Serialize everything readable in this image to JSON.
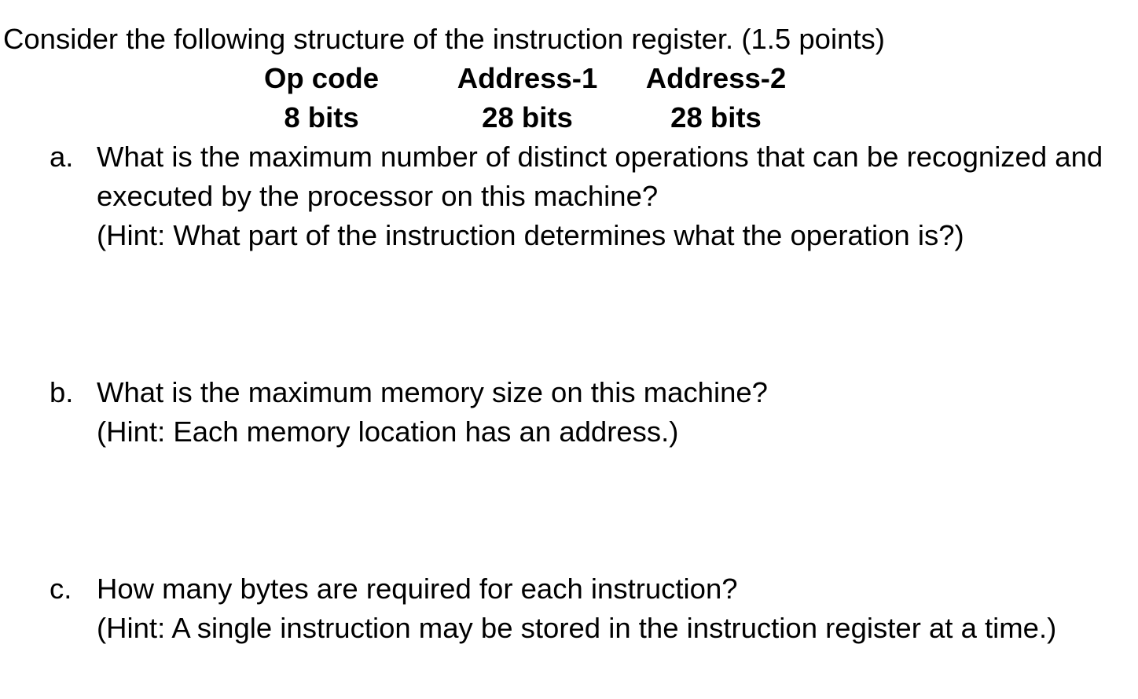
{
  "page": {
    "title": "Consider the following structure of the instruction register. (1.5 points)"
  },
  "register": {
    "columns": [
      {
        "header": "Op code",
        "bits": "8 bits"
      },
      {
        "header": "Address-1",
        "bits": "28 bits"
      },
      {
        "header": "Address-2",
        "bits": "28 bits"
      }
    ]
  },
  "questions": [
    {
      "marker": "a.",
      "line1": "What is the maximum number of distinct operations that can be recognized and",
      "line2": "executed by the processor on this machine?",
      "hint": "(Hint: What part of the instruction determines what the operation is?)"
    },
    {
      "marker": "b.",
      "line1": "What is the maximum memory size on this machine?",
      "hint": "(Hint: Each memory location has an address.)"
    },
    {
      "marker": "c.",
      "line1": "How many bytes are required for each instruction?",
      "hint": "(Hint: A single instruction may be stored in the instruction register at a time.)"
    }
  ]
}
